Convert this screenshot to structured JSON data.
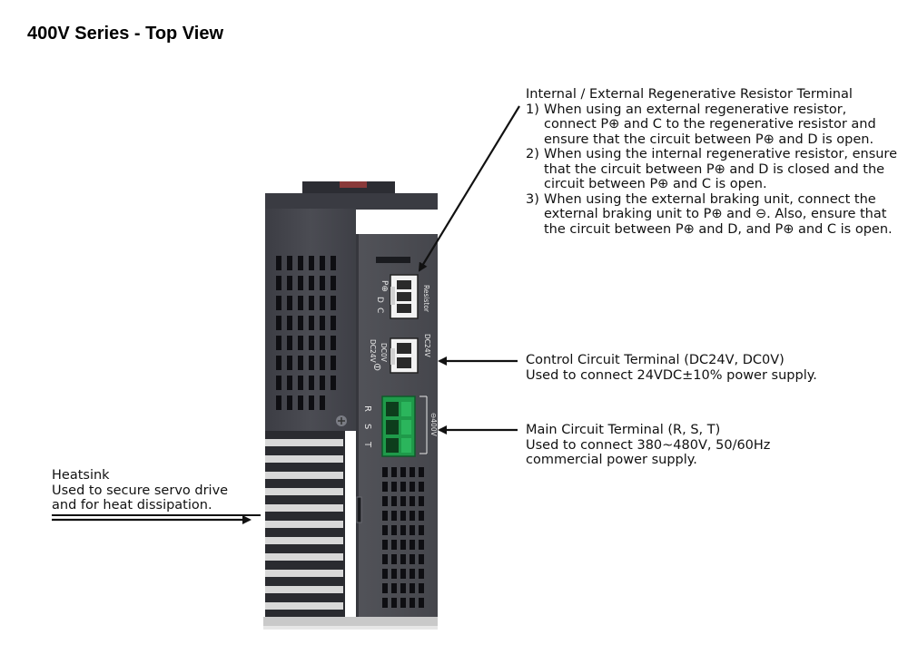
{
  "page": {
    "title": "400V Series - Top View"
  },
  "callouts": {
    "resistor": {
      "heading": "Internal / External Regenerative Resistor Terminal",
      "items": [
        {
          "num": "1)",
          "text": "When using an external regenerative resistor, connect P⊕ and C to the regenerative resistor and ensure that the circuit between P⊕ and D is open."
        },
        {
          "num": "2)",
          "text": "When using the internal regenerative resistor, ensure that the circuit between P⊕ and D is closed and the circuit between P⊕ and C is open."
        },
        {
          "num": "3)",
          "text": "When using the external braking unit, connect the external braking unit to P⊕ and ⊖. Also, ensure that the circuit between P⊕ and D, and P⊕ and C is open."
        }
      ]
    },
    "control": {
      "line1": "Control Circuit Terminal (DC24V, DC0V)",
      "line2": "Used to connect 24VDC±10% power supply."
    },
    "main": {
      "line1": "Main Circuit Terminal (R, S, T)",
      "line2": "Used to connect 380~480V, 50/60Hz",
      "line3": "commercial power supply."
    },
    "heatsink": {
      "line1": "Heatsink",
      "line2": "Used to secure servo drive",
      "line3": "and for heat dissipation."
    }
  },
  "device": {
    "resistor_terminal_labels": {
      "p": "P⊕",
      "d": "D",
      "c": "C",
      "side": "Resistor"
    },
    "control_terminal_labels": {
      "dc24": "DC24V",
      "dc0": "DC0V",
      "minus": "⊖",
      "side": "DC24V"
    },
    "main_terminal_labels": {
      "r": "R",
      "s": "S",
      "t": "T",
      "side": "⊖400V"
    }
  },
  "colors": {
    "panel_dark": "#45464d",
    "panel_mid": "#55565d",
    "terminal_green": "#1f9a4a",
    "terminal_white": "#f2f2f2",
    "vent_black": "#0e0e12",
    "fin_light": "#d8d8d8"
  }
}
